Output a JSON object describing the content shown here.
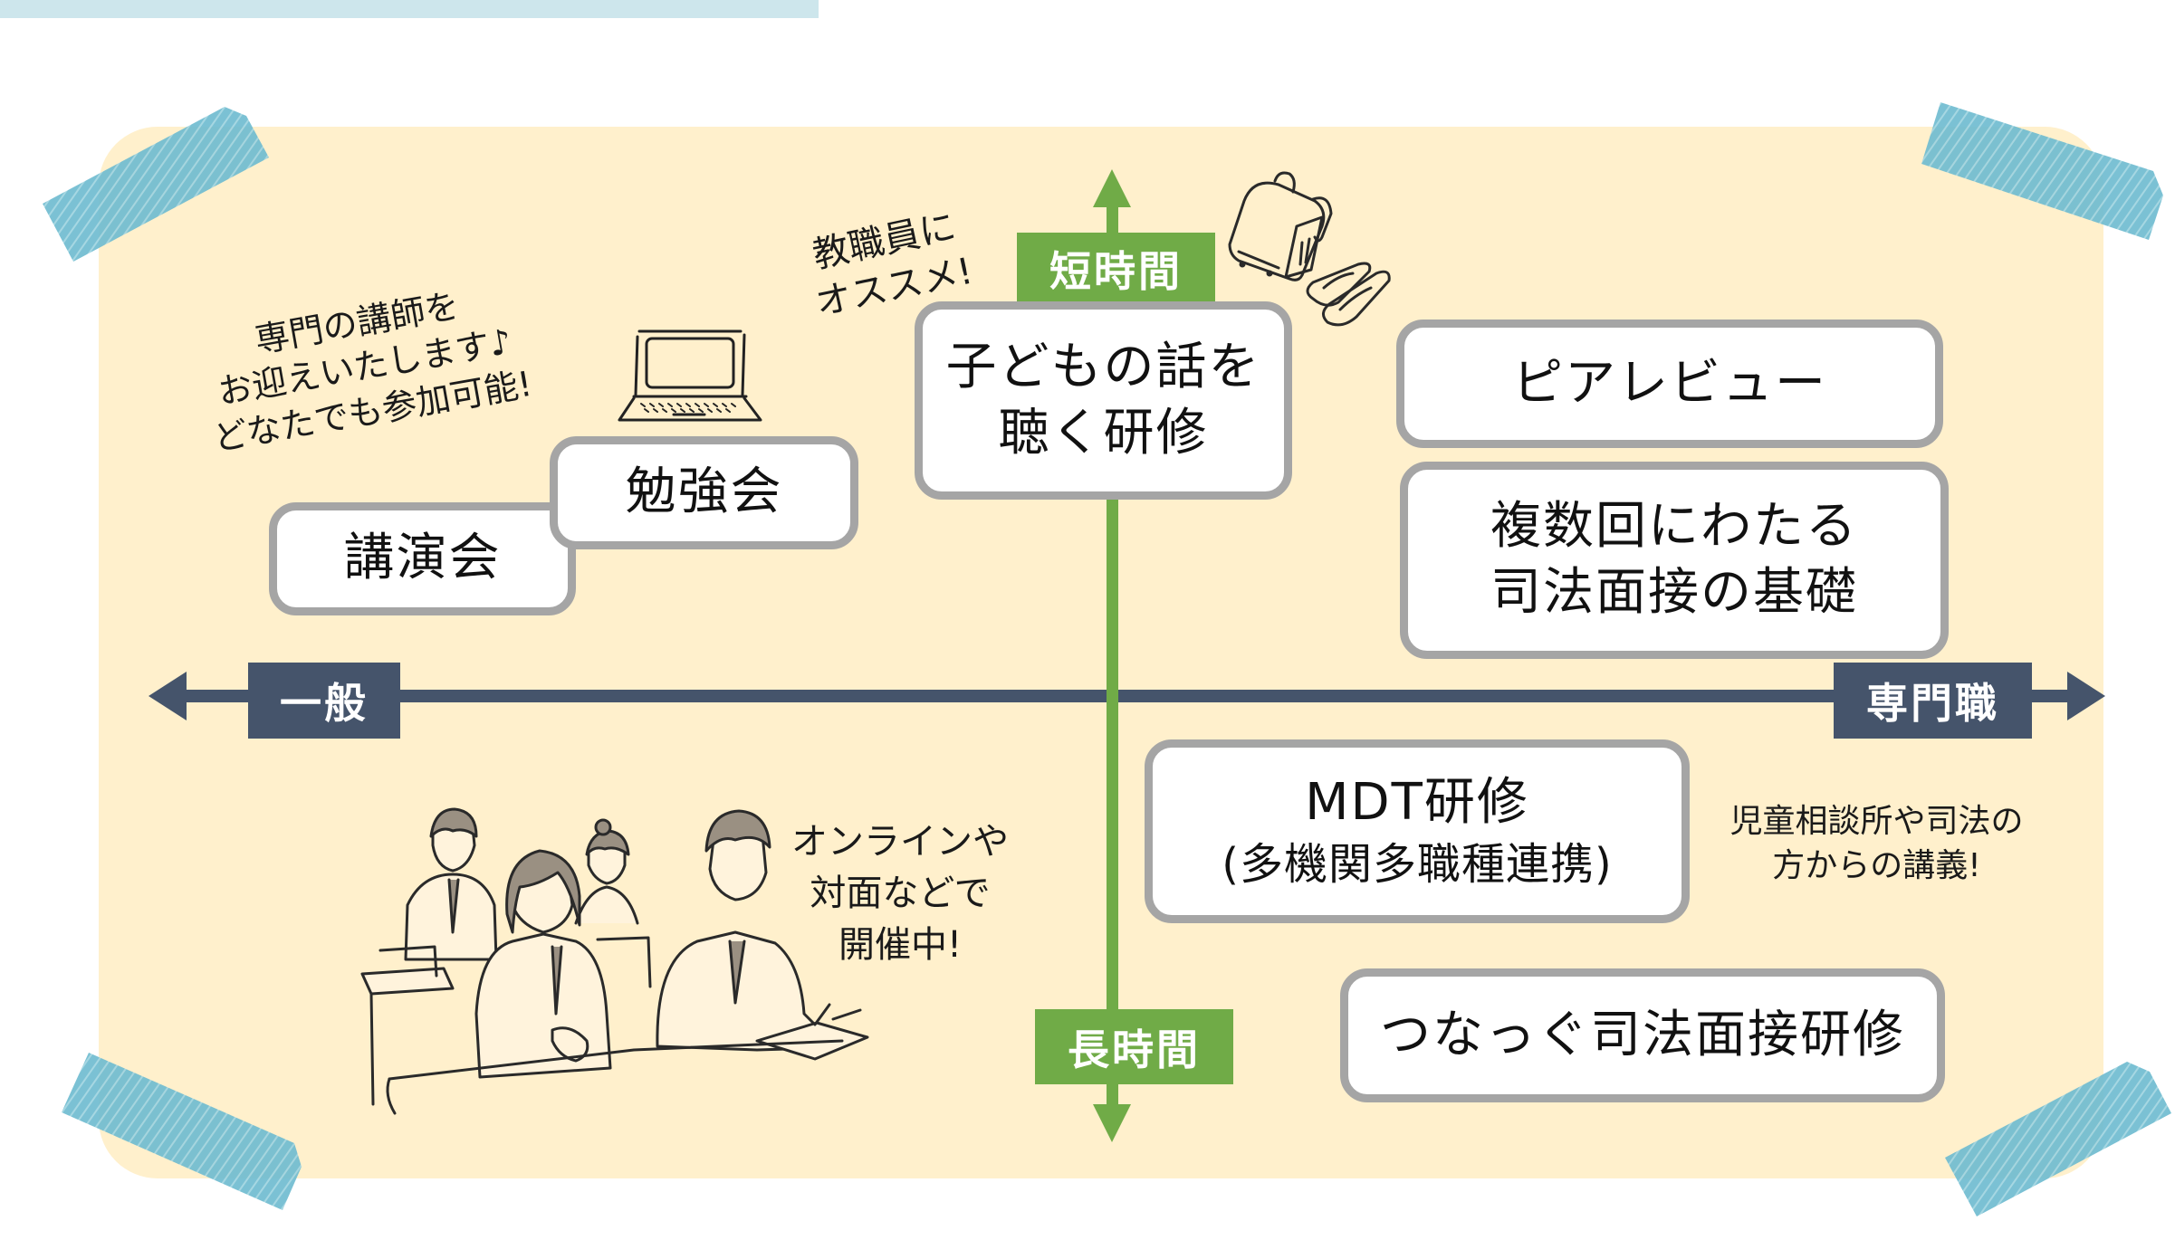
{
  "axes": {
    "horizontal": {
      "left_label": "一般",
      "right_label": "専門職",
      "color": "#45546b"
    },
    "vertical": {
      "top_label": "短時間",
      "bottom_label": "長時間",
      "color": "#70ab47"
    }
  },
  "programs": [
    {
      "id": "lecture",
      "lines": [
        "講演会"
      ]
    },
    {
      "id": "study-group",
      "lines": [
        "勉強会"
      ]
    },
    {
      "id": "listening-training",
      "lines": [
        "子どもの話を",
        "聴く研修"
      ]
    },
    {
      "id": "peer-review",
      "lines": [
        "ピアレビュー"
      ]
    },
    {
      "id": "forensic-basics",
      "lines": [
        "複数回にわたる",
        "司法面接の基礎"
      ]
    },
    {
      "id": "mdt-training",
      "lines": [
        "MDT研修",
        "(多機関多職種連携)"
      ]
    },
    {
      "id": "tsunaggu-training",
      "lines": [
        "つなっぐ司法面接研修"
      ]
    }
  ],
  "notes": {
    "lecturer": [
      "専門の講師を",
      "お迎えいたします♪",
      "どなたでも参加可能!"
    ],
    "staff": [
      "教職員に",
      "オススメ!"
    ],
    "online": [
      "オンラインや",
      "対面などで",
      "開催中!"
    ],
    "agencies": [
      "児童相談所や司法の",
      "方からの講義!"
    ]
  },
  "illustrations": [
    "laptop-icon",
    "school-bag-icon",
    "shoes-icon",
    "students-in-class-illustration",
    "tape-icon"
  ],
  "colors": {
    "panel": "#fff0cc",
    "tape": "#6fbcd0",
    "card_border": "#a5a5a5",
    "top_bar": "#cde6ec"
  }
}
